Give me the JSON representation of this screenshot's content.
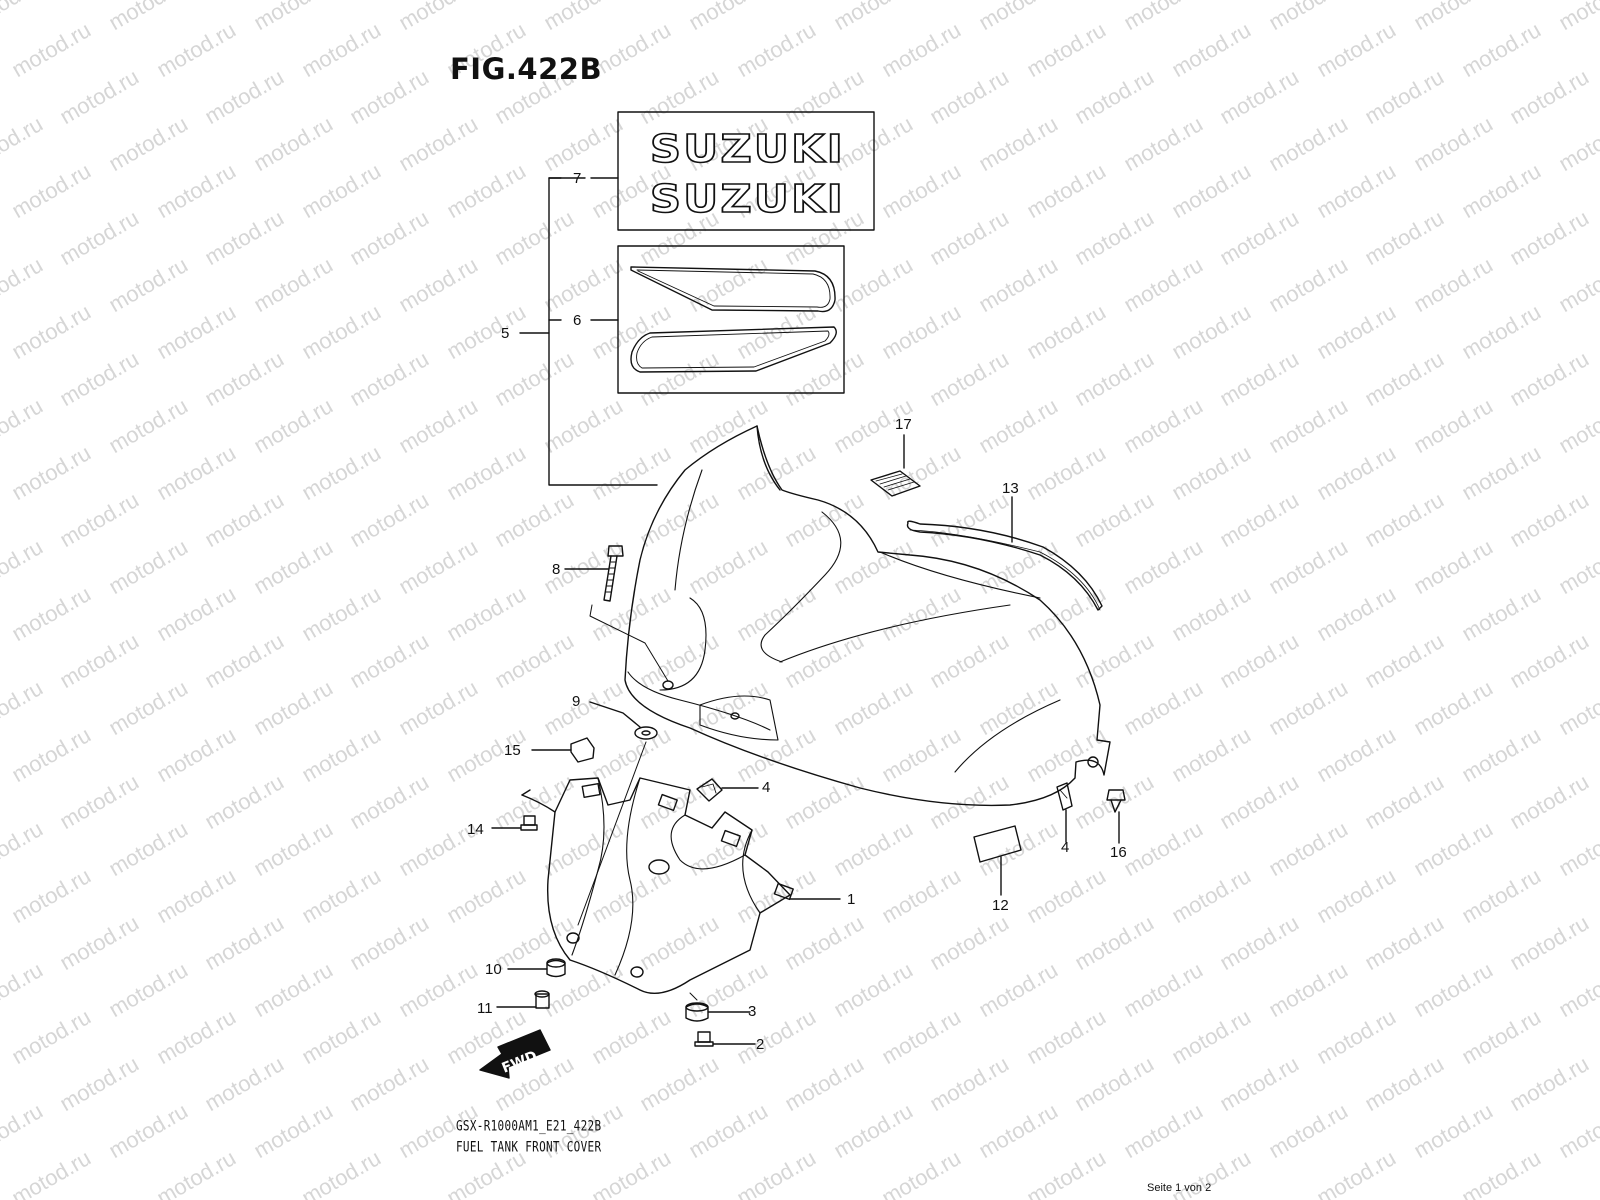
{
  "figure": {
    "title": "FIG.422B",
    "watermark": "motod.ru",
    "model_code": "GSX-R1000AM1_E21_422B",
    "description": "FUEL TANK FRONT COVER",
    "page_indicator": "Seite 1 von 2",
    "logo_text": "SUZUKI",
    "fwd_label": "FWD"
  },
  "callouts": {
    "c1": "1",
    "c2": "2",
    "c3": "3",
    "c4a": "4",
    "c4b": "4",
    "c5": "5",
    "c6": "6",
    "c7": "7",
    "c8": "8",
    "c9": "9",
    "c10": "10",
    "c11": "11",
    "c12": "12",
    "c13": "13",
    "c14": "14",
    "c15": "15",
    "c16": "16",
    "c17": "17"
  }
}
